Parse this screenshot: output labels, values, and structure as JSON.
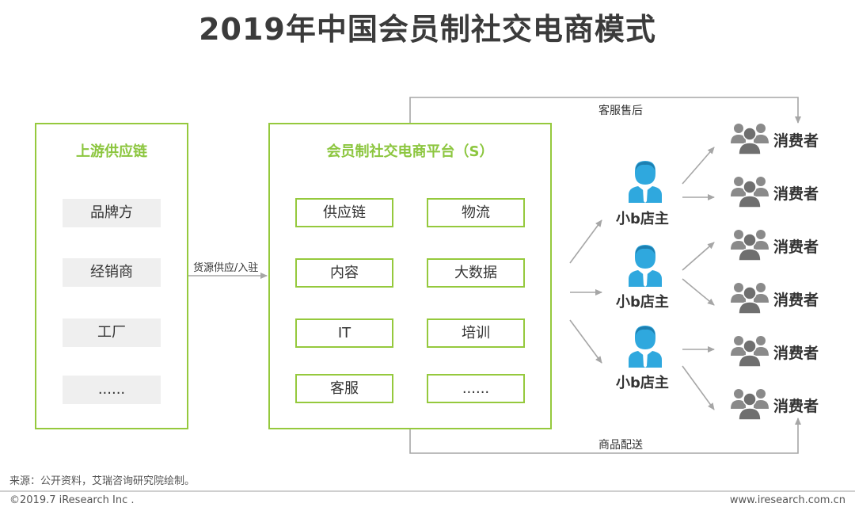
{
  "title": "2019年中国会员制社交电商模式",
  "upstream": {
    "title": "上游供应链",
    "items": [
      "品牌方",
      "经销商",
      "工厂",
      "......"
    ]
  },
  "platform": {
    "title": "会员制社交电商平台（S）",
    "items": [
      "供应链",
      "物流",
      "内容",
      "大数据",
      "IT",
      "培训",
      "客服",
      "......"
    ]
  },
  "flows": {
    "supply_label": "货源供应/入驻",
    "service_label": "客服售后",
    "delivery_label": "商品配送"
  },
  "shop_owners": [
    "小b店主",
    "小b店主",
    "小b店主"
  ],
  "consumers": [
    "消费者",
    "消费者",
    "消费者",
    "消费者",
    "消费者",
    "消费者"
  ],
  "colors": {
    "accent_green": "#8cc63f",
    "person_blue": "#2fa8de",
    "group_gray": "#8a8a8a",
    "arrow_gray": "#a6a6a6"
  },
  "footer": {
    "source": "来源：公开资料，艾瑞咨询研究院绘制。",
    "copyright": "©2019.7 iResearch Inc .",
    "website": "www.iresearch.com.cn"
  }
}
